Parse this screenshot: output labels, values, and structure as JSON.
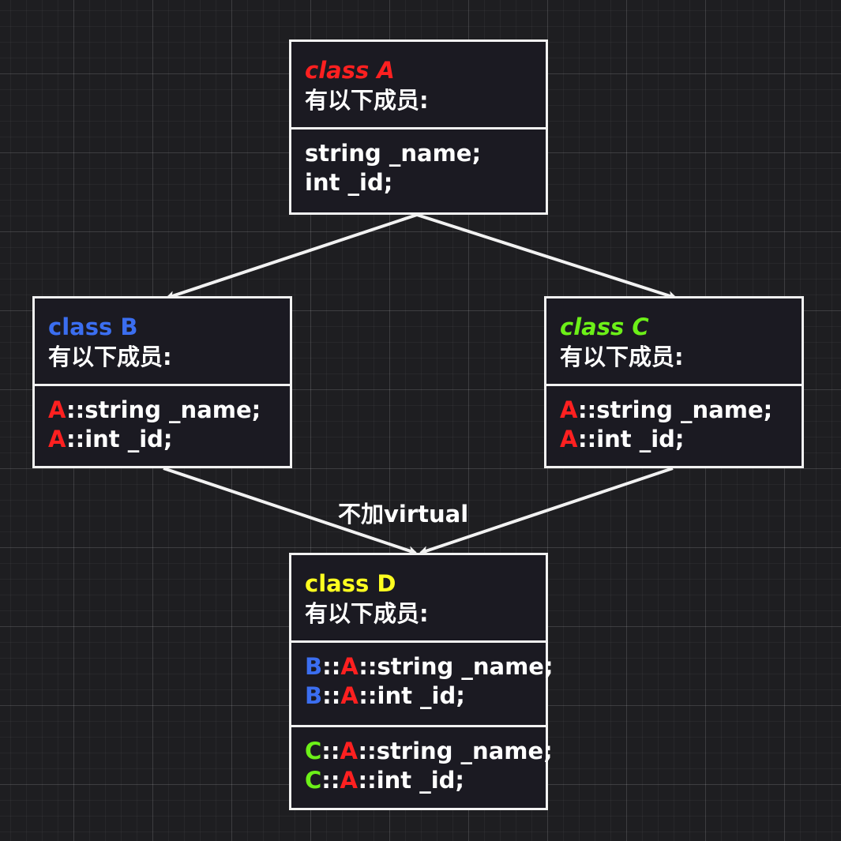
{
  "colors": {
    "A": "#ff2020",
    "B": "#3b6ef0",
    "C": "#6cf018",
    "D": "#ffff20",
    "text": "#ffffff",
    "border": "#f2f2f2"
  },
  "class_a": {
    "title": "class A",
    "caption": "有以下成员:",
    "members": [
      "string _name;",
      "int _id;"
    ]
  },
  "class_b": {
    "title": "class B",
    "caption": "有以下成员:",
    "members": [
      {
        "prefix_a": "A",
        "sep": "::",
        "rest": "string _name;"
      },
      {
        "prefix_a": "A",
        "sep": "::",
        "rest": "int _id;"
      }
    ]
  },
  "class_c": {
    "title": "class C",
    "caption": "有以下成员:",
    "members": [
      {
        "prefix_a": "A",
        "sep": "::",
        "rest": "string _name;"
      },
      {
        "prefix_a": "A",
        "sep": "::",
        "rest": "int _id;"
      }
    ]
  },
  "class_d": {
    "title": "class D",
    "caption": "有以下成员:",
    "members_via_b": [
      {
        "outer": "B",
        "sep1": "::",
        "inner": "A",
        "sep2": "::",
        "rest": "string _name;"
      },
      {
        "outer": "B",
        "sep1": "::",
        "inner": "A",
        "sep2": "::",
        "rest": "int _id;"
      }
    ],
    "members_via_c": [
      {
        "outer": "C",
        "sep1": "::",
        "inner": "A",
        "sep2": "::",
        "rest": "string _name;"
      },
      {
        "outer": "C",
        "sep1": "::",
        "inner": "A",
        "sep2": "::",
        "rest": "int _id;"
      }
    ]
  },
  "edge_label": "不加virtual"
}
